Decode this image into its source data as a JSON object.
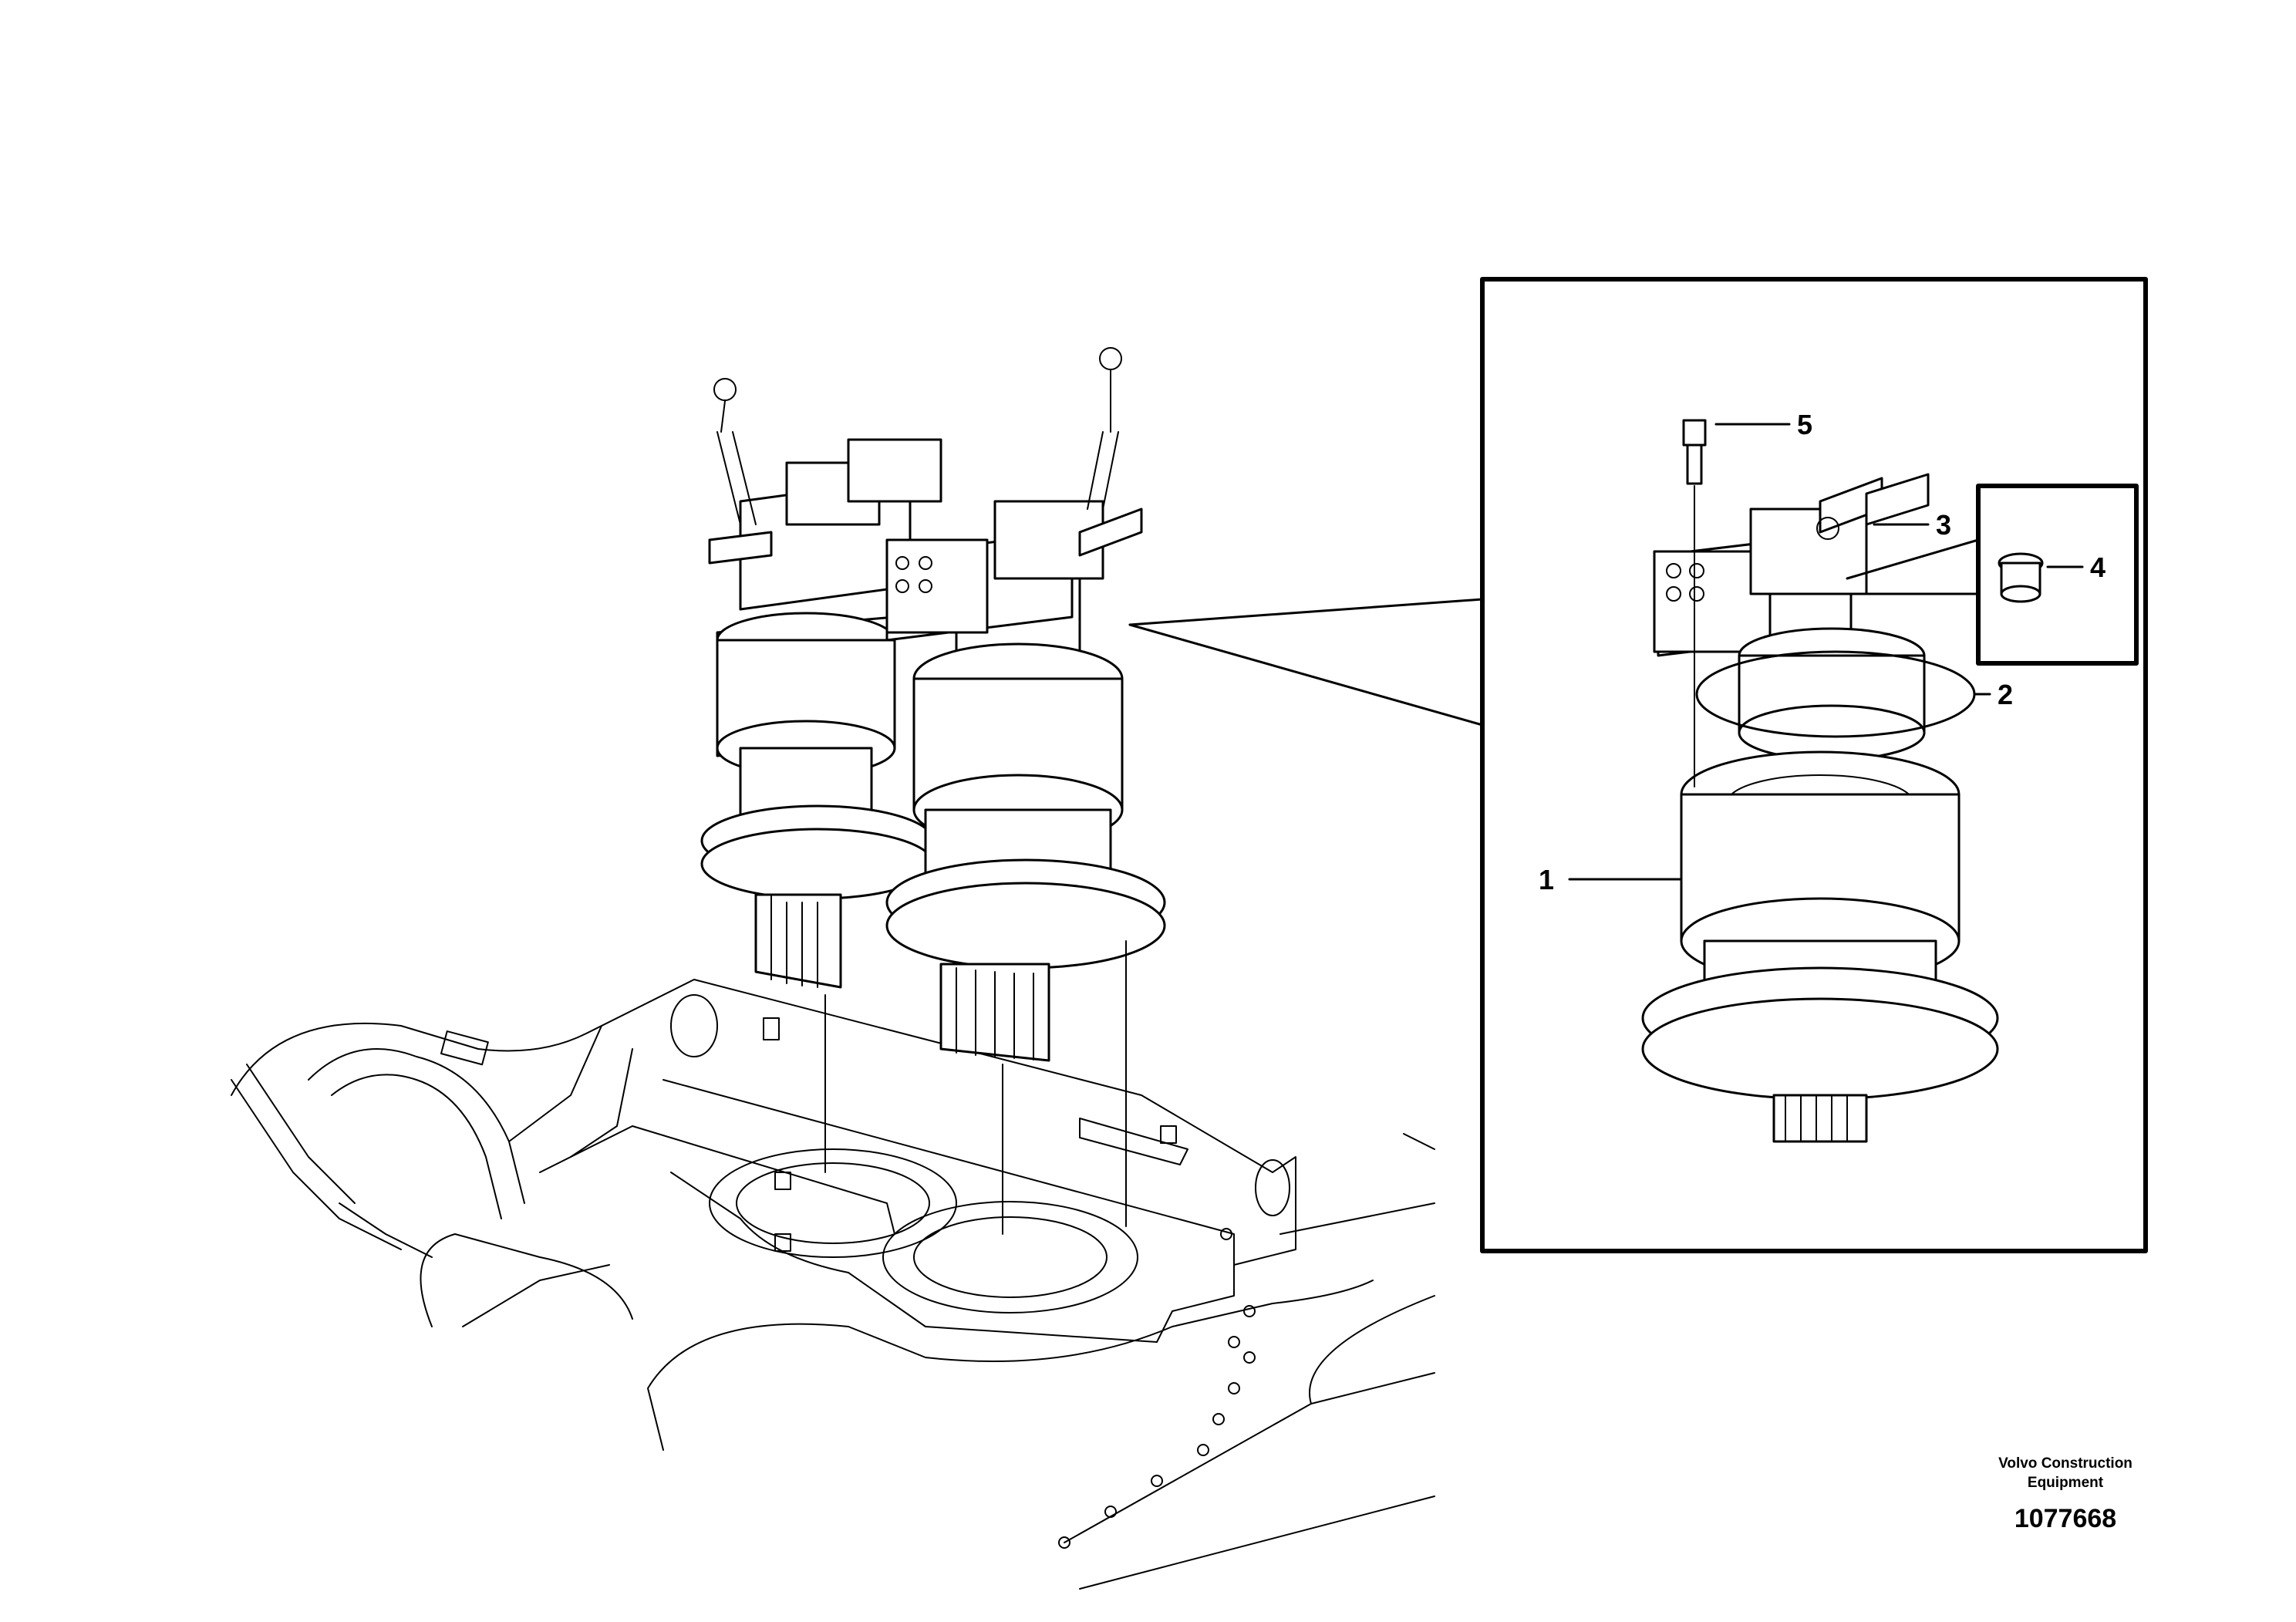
{
  "callouts": [
    {
      "id": "1",
      "label": "1"
    },
    {
      "id": "2",
      "label": "2"
    },
    {
      "id": "3",
      "label": "3"
    },
    {
      "id": "4",
      "label": "4"
    },
    {
      "id": "5",
      "label": "5"
    }
  ],
  "brand": {
    "line1": "Volvo Construction",
    "line2": "Equipment"
  },
  "document_number": "1077668"
}
